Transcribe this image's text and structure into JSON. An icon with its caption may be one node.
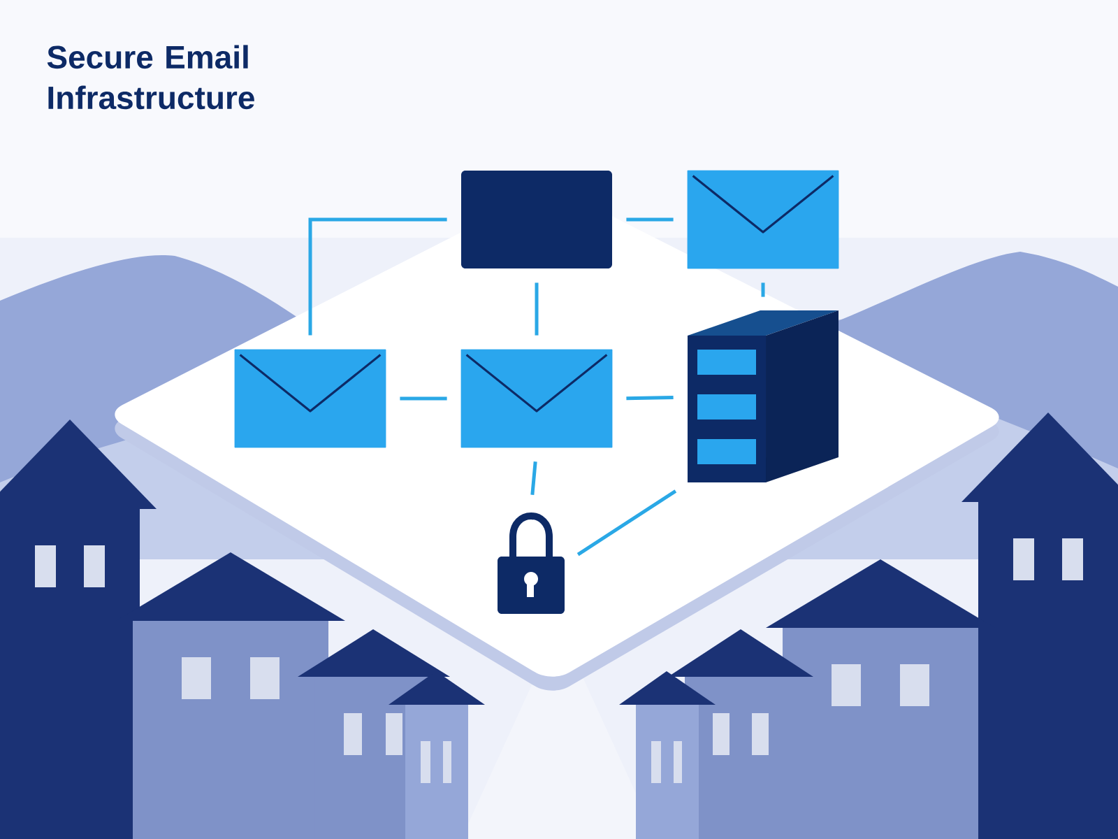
{
  "diagram": {
    "title": "Secure Email Infrastructure",
    "nodes": [
      {
        "text": [],
        "shape": "box"
      },
      {
        "text": [],
        "shape": "envelope"
      },
      {
        "text": [],
        "shape": "envelope"
      },
      {
        "text": [],
        "shape": "envelope"
      },
      {
        "text": [],
        "shape": "server"
      },
      {
        "text": [],
        "shape": "lock"
      }
    ],
    "edges": [
      {
        "from": 0,
        "to": 2,
        "arrow": "none"
      },
      {
        "from": 0,
        "to": 1,
        "arrow": "none"
      },
      {
        "from": 0,
        "to": 3,
        "arrow": "none"
      },
      {
        "from": 2,
        "to": 3,
        "arrow": "none"
      },
      {
        "from": 3,
        "to": 4,
        "arrow": "none"
      },
      {
        "from": 1,
        "to": 4,
        "arrow": "none"
      },
      {
        "from": 3,
        "to": 5,
        "arrow": "none"
      },
      {
        "from": 4,
        "to": 5,
        "arrow": "none"
      }
    ]
  }
}
